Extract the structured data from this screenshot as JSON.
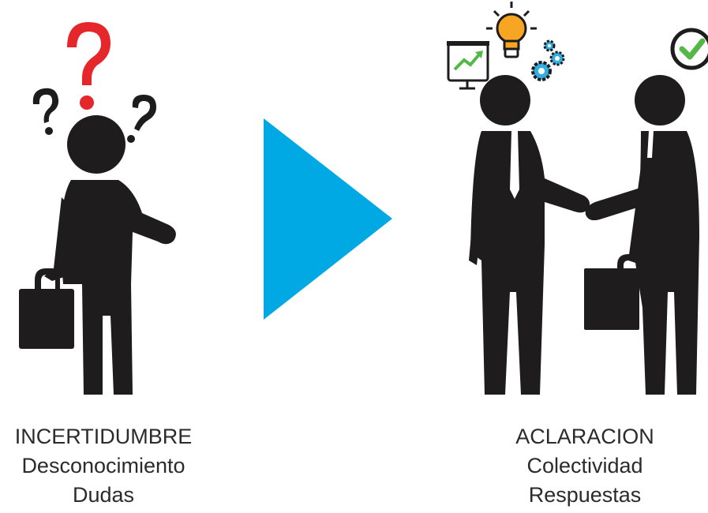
{
  "left": {
    "lines": [
      "INCERTIDUMBRE",
      "Desconocimiento",
      "Dudas"
    ]
  },
  "right": {
    "lines": [
      "ACLARACION",
      "Colectividad",
      "Respuestas"
    ]
  },
  "colors": {
    "figure": "#1e1c1c",
    "question_red": "#e5262b",
    "arrow_blue": "#00a8e4",
    "bulb": "#f6a623",
    "gear": "#35aedf",
    "check": "#54b848",
    "chart_arrow": "#54b848"
  },
  "icons": [
    "question-mark-icon",
    "lightbulb-icon",
    "presentation-chart-icon",
    "gears-icon",
    "checkmark-icon",
    "briefcase-icon",
    "play-arrow-icon"
  ]
}
